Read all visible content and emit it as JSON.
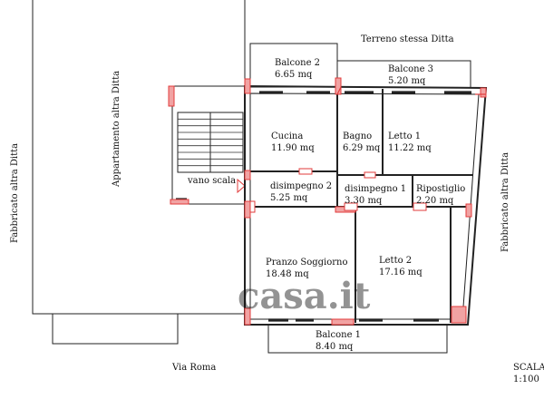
{
  "labels": {
    "terreno": "Terreno stessa Ditta",
    "fabbricato_left": "Fabbricato altra Ditta",
    "appartamento": "Appartamento altra Ditta",
    "fabbricato_right": "Fabbricato altra Ditta",
    "via": "Via Roma",
    "scala": "SCALA",
    "scala_value": "1:100",
    "watermark": "casa.it"
  },
  "rooms": {
    "balcone2": {
      "name": "Balcone 2",
      "area": "6.65 mq"
    },
    "balcone3": {
      "name": "Balcone 3",
      "area": "5.20 mq"
    },
    "cucina": {
      "name": "Cucina",
      "area": "11.90 mq"
    },
    "bagno": {
      "name": "Bagno",
      "area": "6.29 mq"
    },
    "letto1": {
      "name": "Letto 1",
      "area": "11.22 mq"
    },
    "vano_scala": {
      "name": "vano scala"
    },
    "disimpegno2": {
      "name": "disimpegno 2",
      "area": "5.25 mq"
    },
    "disimpegno1": {
      "name": "disimpegno 1",
      "area": "3.30 mq"
    },
    "ripostiglio": {
      "name": "Ripostiglio",
      "area": "2.20 mq"
    },
    "pranzo": {
      "name": "Pranzo Soggiorno",
      "area": "18.48 mq"
    },
    "letto2": {
      "name": "Letto 2",
      "area": "17.16 mq"
    },
    "balcone1": {
      "name": "Balcone 1",
      "area": "8.40 mq"
    }
  }
}
